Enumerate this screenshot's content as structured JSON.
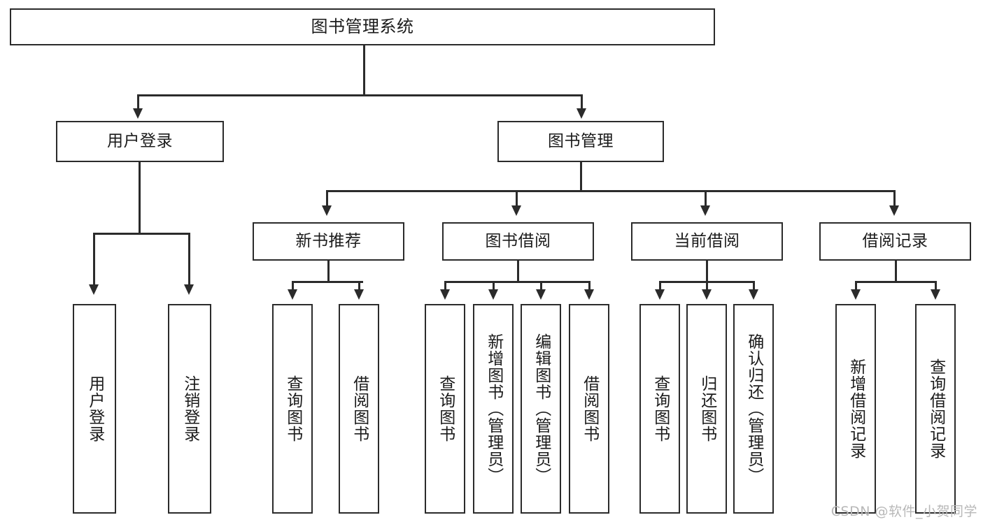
{
  "diagram": {
    "type": "tree",
    "title": "图书管理系统",
    "root": {
      "label": "图书管理系统"
    },
    "level2": [
      {
        "label": "用户登录"
      },
      {
        "label": "图书管理"
      }
    ],
    "level3": [
      {
        "label": "新书推荐"
      },
      {
        "label": "图书借阅"
      },
      {
        "label": "当前借阅"
      },
      {
        "label": "借阅记录"
      }
    ],
    "leaves": {
      "user_login": [
        {
          "label": "用户登录"
        },
        {
          "label": "注销登录"
        }
      ],
      "new_book_recommend": [
        {
          "label": "查询图书"
        },
        {
          "label": "借阅图书"
        }
      ],
      "book_borrow": [
        {
          "label": "查询图书"
        },
        {
          "label": "新增图书（管理员）"
        },
        {
          "label": "编辑图书（管理员）"
        },
        {
          "label": "借阅图书"
        }
      ],
      "current_borrow": [
        {
          "label": "查询图书"
        },
        {
          "label": "归还图书"
        },
        {
          "label": "确认归还（管理员）"
        }
      ],
      "borrow_record": [
        {
          "label": "新增借阅记录"
        },
        {
          "label": "查询借阅记录"
        }
      ]
    }
  },
  "watermark": {
    "text": "CSDN @软件_小贺同学"
  },
  "colors": {
    "stroke": "#2b2b2b",
    "background": "#ffffff",
    "text": "#1b1b1b",
    "watermark": "#b8b8b8"
  }
}
